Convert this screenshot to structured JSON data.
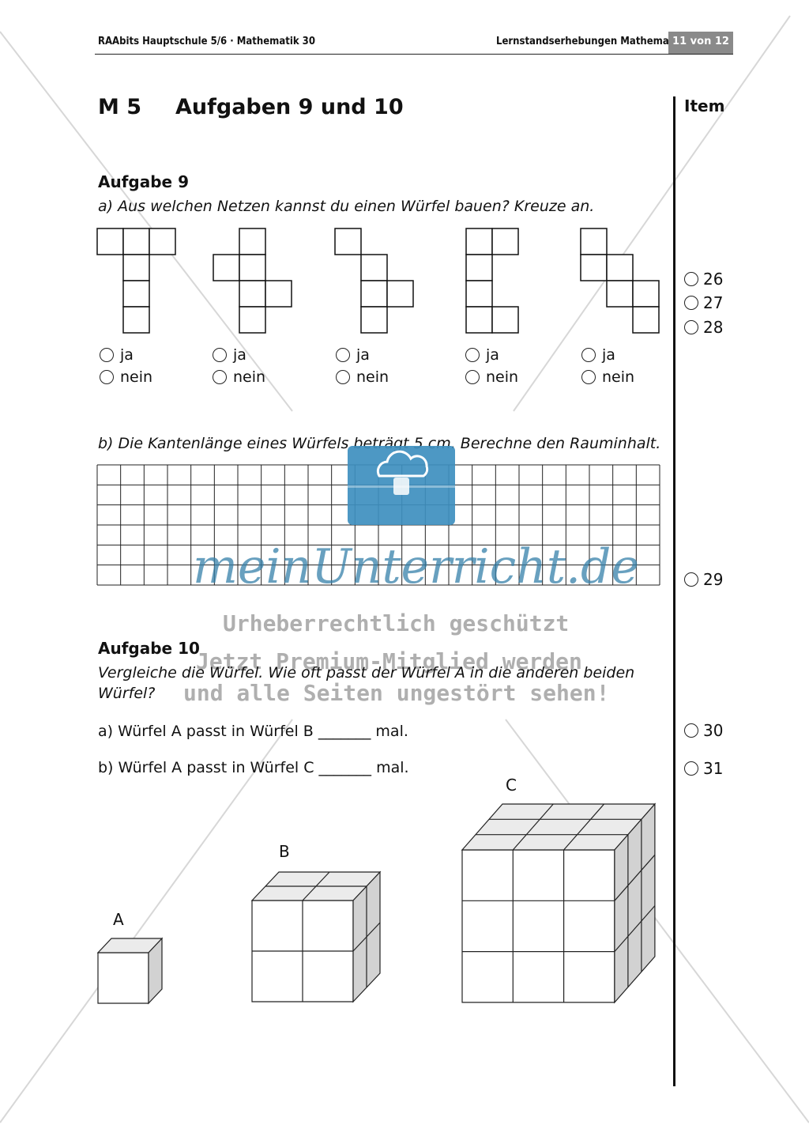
{
  "header": {
    "left": "RAAbits Hauptschule 5/6 · Mathematik 30",
    "right": "Lernstandserhebungen Mathematik",
    "page": "11 von 12"
  },
  "title": {
    "code": "M 5",
    "text": "Aufgaben 9 und 10"
  },
  "item_column": {
    "heading": "Item"
  },
  "aufgabe9": {
    "heading": "Aufgabe 9",
    "part_a": "a) Aus welchen Netzen kannst du einen Würfel bauen? Kreuze an.",
    "options": [
      {
        "yes": "ja",
        "no": "nein"
      },
      {
        "yes": "ja",
        "no": "nein"
      },
      {
        "yes": "ja",
        "no": "nein"
      },
      {
        "yes": "ja",
        "no": "nein"
      },
      {
        "yes": "ja",
        "no": "nein"
      }
    ],
    "part_b": "b) Die Kantenlänge eines Würfels beträgt 5 cm. Berechne den Rauminhalt."
  },
  "items": [
    "26",
    "27",
    "28",
    "29",
    "30",
    "31"
  ],
  "aufgabe10": {
    "heading": "Aufgabe 10",
    "text": "Vergleiche die Würfel. Wie oft passt der Würfel A in die anderen beiden Würfel?",
    "q_a": "a)  Würfel A passt in Würfel B _______ mal.",
    "q_b": "b)  Würfel A passt in Würfel C _______ mal.",
    "labels": {
      "a": "A",
      "b": "B",
      "c": "C"
    }
  },
  "watermark": {
    "brand": "meinUnterricht.de",
    "line1": "Urheberrechtlich geschützt",
    "line2": "Jetzt Premium-Mitglied werden",
    "line3": "und alle Seiten ungestört sehen!"
  },
  "colors": {
    "watermark_blue": "#3e8fbf",
    "page_box": "#8a8a8a",
    "cube_side": "#d2d2d2",
    "cube_top": "#ebebeb"
  }
}
